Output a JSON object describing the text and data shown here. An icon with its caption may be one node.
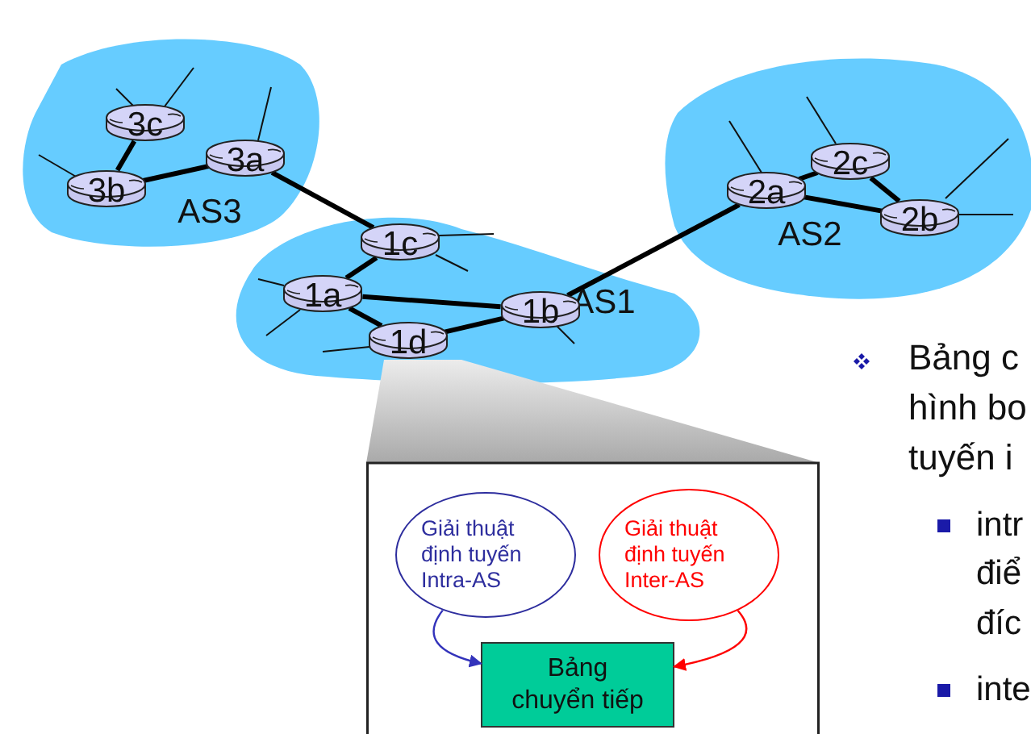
{
  "diagram": {
    "nodes": [
      {
        "text": [
          "AS3"
        ]
      },
      {
        "text": [
          "3c"
        ],
        "in": 0
      },
      {
        "text": [
          "3b"
        ],
        "in": 0
      },
      {
        "text": [
          "3a"
        ],
        "in": 0
      },
      {
        "text": [
          "AS1"
        ]
      },
      {
        "text": [
          "1c"
        ],
        "in": 4
      },
      {
        "text": [
          "1a"
        ],
        "in": 4
      },
      {
        "text": [
          "1d"
        ],
        "in": 4
      },
      {
        "text": [
          "1b"
        ],
        "in": 4
      },
      {
        "text": [
          "AS2"
        ]
      },
      {
        "text": [
          "2a"
        ],
        "in": 9
      },
      {
        "text": [
          "2c"
        ],
        "in": 9
      },
      {
        "text": [
          "2b"
        ],
        "in": 9
      },
      {
        "text": [],
        "shape": "box"
      },
      {
        "text": [
          "Giải thuật định tuyến Intra-AS"
        ],
        "in": 13
      },
      {
        "text": [
          "Giải thuật định tuyến Inter-AS"
        ],
        "in": 13
      },
      {
        "text": [
          "Bảng chuyển tiếp"
        ],
        "in": 13
      }
    ],
    "edges": [
      {
        "from": 1,
        "to": 2,
        "arrow": "none"
      },
      {
        "from": 2,
        "to": 3,
        "arrow": "none"
      },
      {
        "from": 3,
        "to": 5,
        "arrow": "none"
      },
      {
        "from": 5,
        "to": 6,
        "arrow": "none"
      },
      {
        "from": 6,
        "to": 8,
        "arrow": "none"
      },
      {
        "from": 6,
        "to": 7,
        "arrow": "none"
      },
      {
        "from": 7,
        "to": 8,
        "arrow": "none"
      },
      {
        "from": 8,
        "to": 10,
        "arrow": "none"
      },
      {
        "from": 10,
        "to": 11,
        "arrow": "none"
      },
      {
        "from": 10,
        "to": 12,
        "arrow": "none"
      },
      {
        "from": 11,
        "to": 12,
        "arrow": "none"
      },
      {
        "from": 14,
        "to": 16,
        "arrow": "to",
        "color": "#3333bb"
      },
      {
        "from": 15,
        "to": 16,
        "arrow": "to",
        "color": "#ff0000"
      }
    ],
    "labels": [
      "Bảng c",
      "hình bo",
      "tuyến i",
      "intr",
      "điể",
      "đíc",
      "inte"
    ]
  }
}
